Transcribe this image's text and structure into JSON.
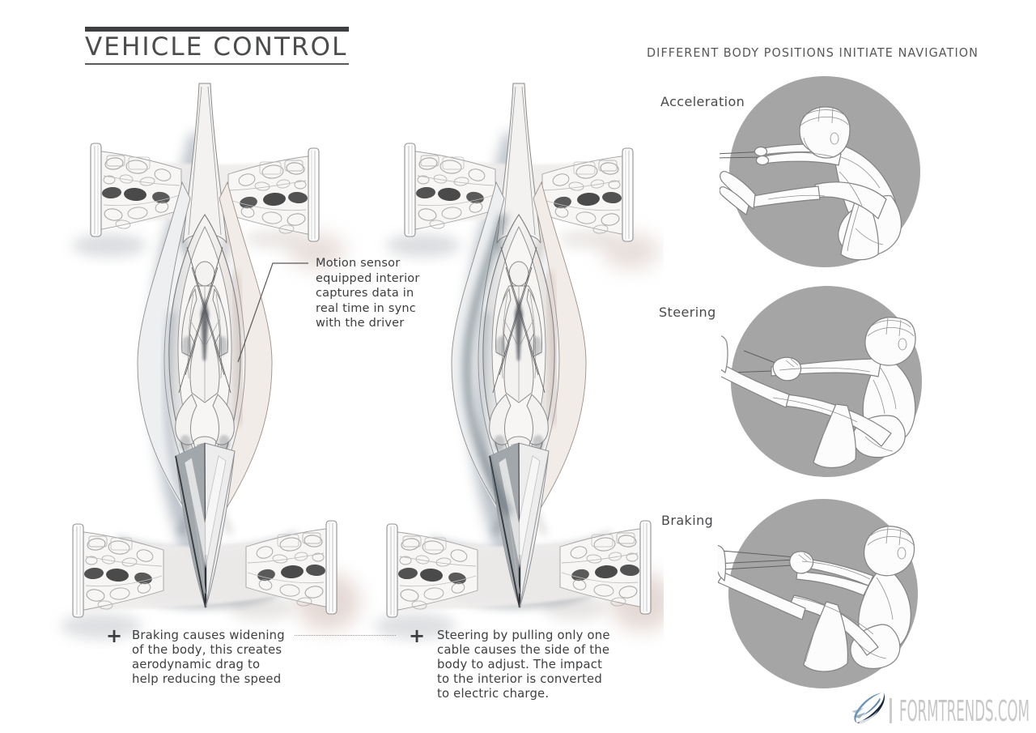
{
  "poster": {
    "title": "VEHICLE CONTROL",
    "right_header": "DIFFERENT BODY POSITIONS INITIATE NAVIGATION",
    "annotation": "Motion sensor\nequipped interior\ncaptures data in\nreal time in sync\nwith the driver",
    "callouts": {
      "left": {
        "marker": "+",
        "text": "Braking causes widening\nof the body, this creates\naerodynamic  drag to\nhelp reducing the speed"
      },
      "right": {
        "marker": "+",
        "text": "Steering by pulling only one\ncable causes the side of the\nbody to adjust. The impact\nto the interior is converted\nto electric charge."
      }
    },
    "positions": [
      {
        "label": "Acceleration"
      },
      {
        "label": "Steering"
      },
      {
        "label": "Braking"
      }
    ],
    "illustrations": {
      "left_vehicle": "top view of concept vehicle with driver lying inside, braking body position",
      "center_vehicle": "top view of concept vehicle with driver lying inside, steering body position"
    },
    "watermark": {
      "separator": "|",
      "text": "FORMTRENDS.COM",
      "logo_icon": "formtrends-logo"
    },
    "colors": {
      "title_text": "#4b4c4e",
      "rule_dark": "#3e3f41",
      "body_text": "#3d3e40",
      "circle_gray": "#a5a5a5",
      "watermark_gray": "#c7c7c8",
      "logo_blue": "#4d7faa",
      "logo_navy": "#1c3249"
    }
  }
}
